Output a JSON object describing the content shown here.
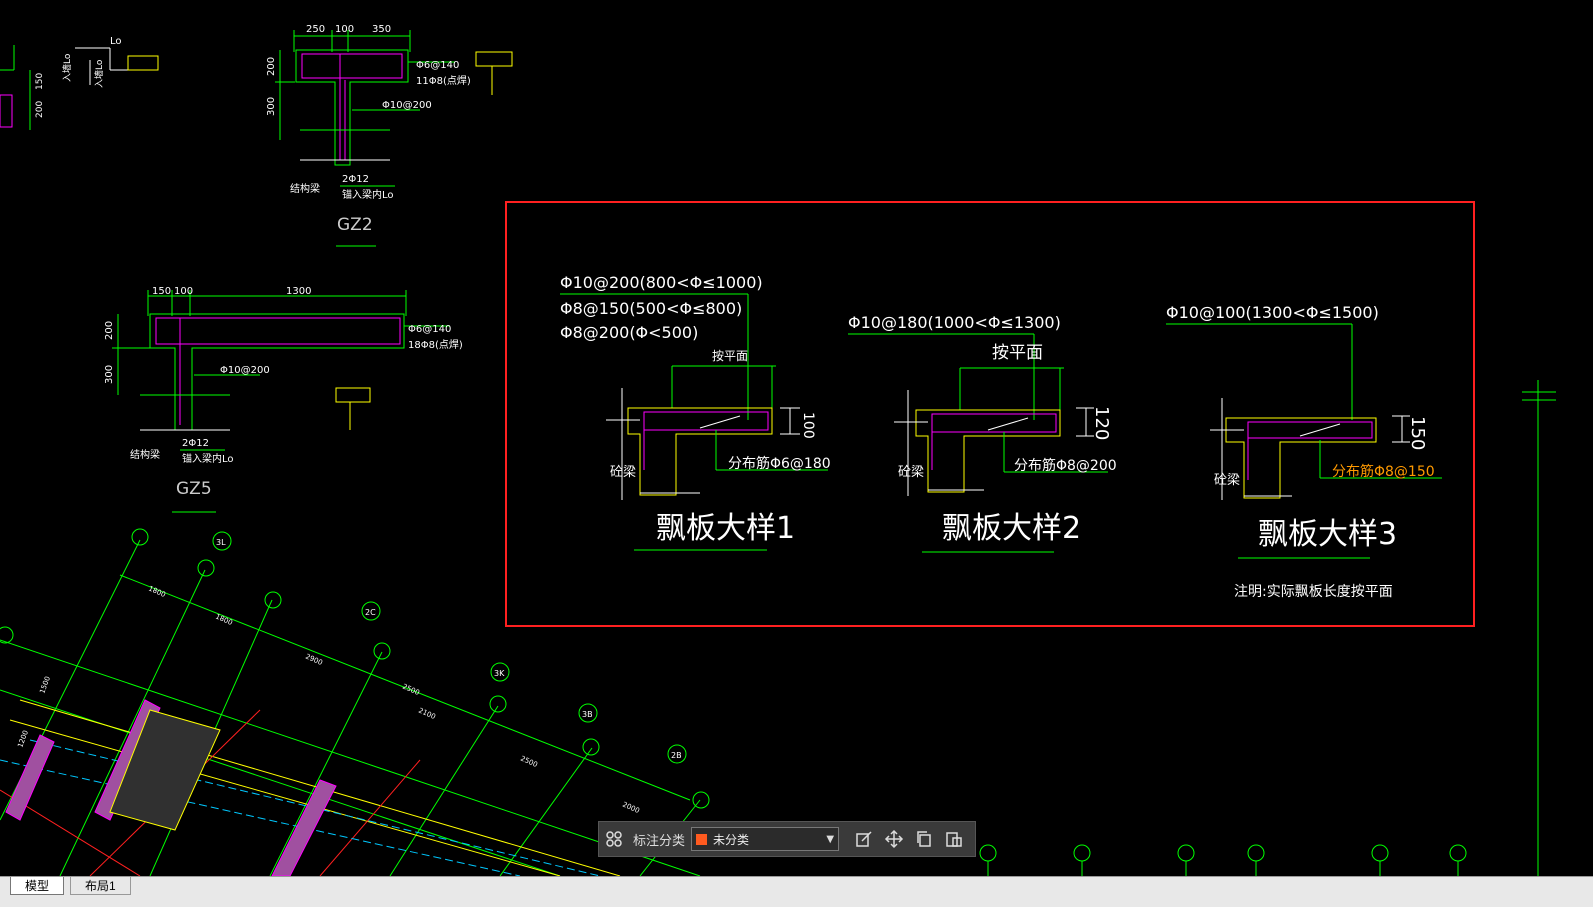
{
  "drawing": {
    "gz2": {
      "title": "GZ2",
      "dims_top": [
        "250",
        "100",
        "350"
      ],
      "dims_side": [
        "200",
        "300"
      ],
      "notes": [
        "Φ6@140",
        "11Φ8(点焊)",
        "Φ10@200",
        "2Φ12",
        "锚入梁内Lo",
        "结构梁"
      ]
    },
    "gz5": {
      "title": "GZ5",
      "dims_top": [
        "150",
        "100",
        "1300"
      ],
      "dims_side": [
        "200",
        "300"
      ],
      "notes": [
        "Φ6@140",
        "18Φ8(点焊)",
        "Φ10@200",
        "2Φ12",
        "锚入梁内Lo",
        "结构梁"
      ]
    },
    "top_left": {
      "dims": [
        "Lo",
        "150",
        "200"
      ],
      "notes": [
        "入墙Lo",
        "入墙Lo"
      ]
    },
    "details": [
      {
        "title": "飘板大样1",
        "rebar": [
          "Φ10@200(800<Φ≤1000)",
          "Φ8@150(500<Φ≤800)",
          "Φ8@200(Φ<500)"
        ],
        "note_top": "按平面",
        "thickness": "100",
        "dist_bar": "分布筋Φ6@180",
        "beam": "砼梁"
      },
      {
        "title": "飘板大样2",
        "rebar": [
          "Φ10@180(1000<Φ≤1300)"
        ],
        "note_top": "按平面",
        "thickness": "120",
        "dist_bar": "分布筋Φ8@200",
        "beam": "砼梁"
      },
      {
        "title": "飘板大样3",
        "rebar": [
          "Φ10@100(1300<Φ≤1500)"
        ],
        "thickness": "150",
        "dist_bar": "分布筋Φ8@150",
        "beam": "砼梁"
      }
    ],
    "footnote": "注明:实际飘板长度按平面",
    "plan_labels": [
      "3L",
      "2C",
      "3K",
      "3B",
      "2B"
    ],
    "plan_dims": [
      "1800",
      "1800",
      "2900",
      "2500",
      "2100",
      "2500",
      "2000",
      "1500",
      "1200"
    ]
  },
  "toolbar": {
    "label": "标注分类",
    "category_value": "未分类",
    "category_color": "#ff5a1f",
    "icons": [
      "grid-icon",
      "edit-icon",
      "move-icon",
      "copy-icon",
      "paste-icon"
    ]
  },
  "tabs": {
    "model": "模型",
    "layout": "布局1"
  },
  "colors": {
    "background": "#000000",
    "line_green": "#00ff00",
    "line_magenta": "#ff00ff",
    "line_yellow": "#ffff00",
    "line_white": "#ffffff",
    "highlight_red": "#ff2020",
    "line_cyan": "#00c8ff",
    "label_orange": "#ff9a00"
  }
}
